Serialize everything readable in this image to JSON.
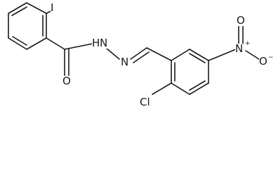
{
  "molecule": {
    "atoms": {
      "iodine": "I",
      "nh": "H",
      "nh_n": "N",
      "imine_n": "N",
      "carbonyl_o": "O",
      "chlorine": "Cl",
      "nitro_n": "N",
      "nitro_o_top": "O",
      "nitro_o_right": "O",
      "nitro_n_charge": "+",
      "nitro_o_charge": "−"
    }
  }
}
